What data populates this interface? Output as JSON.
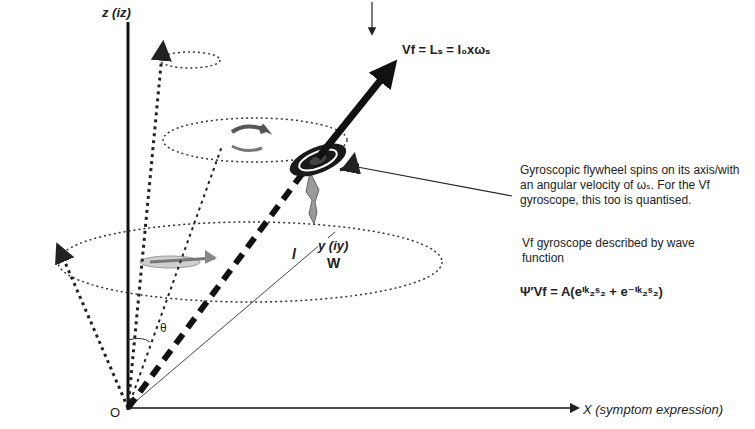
{
  "diagram": {
    "labels": [
      "z (iz)",
      "y (iy)",
      "X (symptom expression)",
      "O",
      "θ",
      "l",
      "W",
      "Vf = Lₛ = I₀xωₛ",
      "Gyroscopic flywheel spins on its axis/with an angular velocity of ωₛ. For the Vf gyroscope, this too is quantised.",
      "Vf gyroscope described by wave function",
      "Ψ′Vf = A(eⁱᵏ₂ˢ₂ + e⁻ⁱᵏ₂ˢ₂)"
    ]
  }
}
